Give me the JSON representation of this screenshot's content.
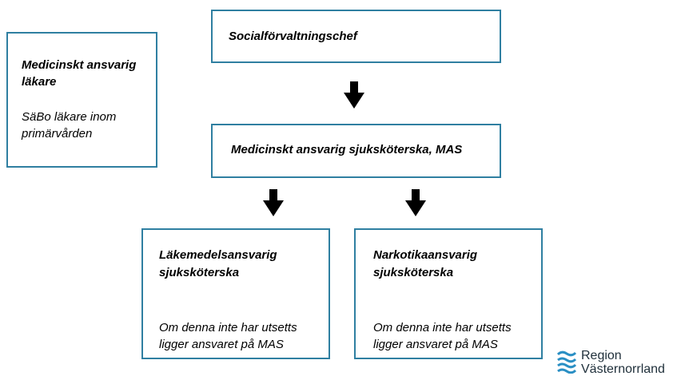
{
  "boxes": {
    "mal": {
      "title_line1": "Medicinskt ansvarig",
      "title_line2": "läkare",
      "sub_line1": "SäBo läkare inom",
      "sub_line2": "primärvården"
    },
    "chief": {
      "title": "Socialförvaltningschef"
    },
    "mas": {
      "title": "Medicinskt ansvarig sjuksköterska, MAS"
    },
    "lakemedel": {
      "title_line1": "Läkemedelsansvarig",
      "title_line2": "sjuksköterska",
      "sub_line1": "Om denna inte har utsetts",
      "sub_line2": "ligger ansvaret på MAS"
    },
    "narkotika": {
      "title_line1": "Narkotikaansvarig",
      "title_line2": "sjuksköterska",
      "sub_line1": "Om denna inte har utsetts",
      "sub_line2": "ligger ansvaret på MAS"
    }
  },
  "logo": {
    "line1": "Region",
    "line2": "Västernorrland",
    "color": "#2a8fc4"
  },
  "colors": {
    "border": "#2f7fa1",
    "arrow": "#000000"
  }
}
